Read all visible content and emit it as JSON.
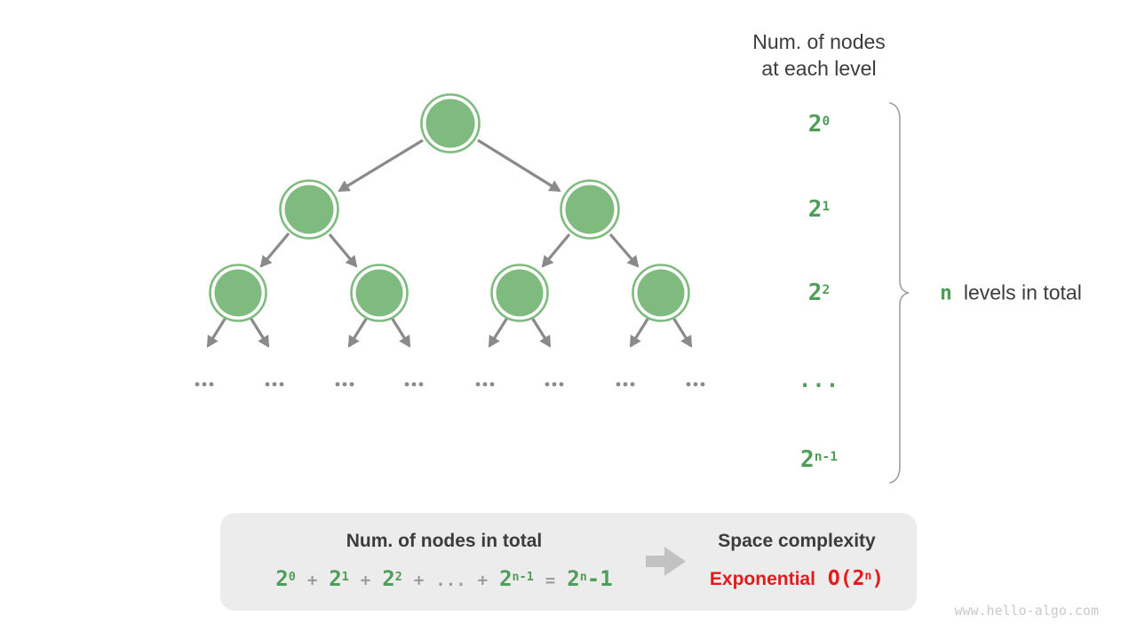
{
  "header": {
    "line1": "Num. of nodes",
    "line2": "at each level"
  },
  "level_labels": {
    "l0": {
      "base": "2",
      "exp": "0"
    },
    "l1": {
      "base": "2",
      "exp": "1"
    },
    "l2": {
      "base": "2",
      "exp": "2"
    },
    "ellipsis": "...",
    "ln": {
      "base": "2",
      "exp": "n-1"
    }
  },
  "brace_label": {
    "n": "n",
    "text": "levels in total"
  },
  "tree": {
    "levels_drawn": 3,
    "leaf_ellipsis_groups": 8,
    "node_color": "#7fba7f",
    "arrow_color": "#8a8a8a"
  },
  "summary_box": {
    "left_title": "Num. of nodes in total",
    "formula": {
      "t0": {
        "base": "2",
        "exp": "0"
      },
      "t1": {
        "base": "2",
        "exp": "1"
      },
      "t2": {
        "base": "2",
        "exp": "2"
      },
      "tn": {
        "base": "2",
        "exp": "n-1"
      },
      "plus": "+",
      "ellipsis": "...",
      "equals": "=",
      "result": {
        "base": "2",
        "exp": "n",
        "suffix": "-1"
      }
    },
    "right_title": "Space complexity",
    "complexity": {
      "word": "Exponential",
      "o_prefix": "O(2",
      "o_exp": "n",
      "o_suffix": ")"
    }
  },
  "watermark": "www.hello-algo.com",
  "colors": {
    "green_text": "#4f9d58",
    "node_green": "#7fba7f",
    "arrow_gray": "#8a8a8a",
    "text_dark": "#3c3c3c",
    "operator_gray": "#9c9c9c",
    "red": "#e31b1b",
    "box_bg": "#ececec",
    "brace_gray": "#9e9e9e",
    "block_arrow_gray": "#c2c2c2",
    "watermark_gray": "#c9c9c9"
  }
}
